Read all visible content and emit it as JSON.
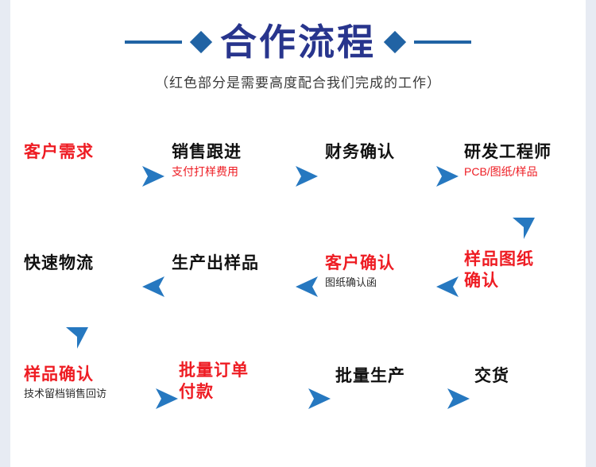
{
  "header": {
    "title": "合作流程",
    "subtitle": "（红色部分是需要高度配合我们完成的工作）",
    "left_rule_icon": "horizontal-rule",
    "left_diamond_icon": "diamond",
    "right_diamond_icon": "diamond",
    "right_rule_icon": "horizontal-rule"
  },
  "colors": {
    "title_blue": "#28358d",
    "accent_blue": "#2163a4",
    "node_blue": "#2678c0",
    "node_red": "#ee1c23",
    "arrow_blue": "#2678c0",
    "page_background": "#ffffff",
    "canvas_background": "#e7ebf3",
    "text_dark": "#111111",
    "subtitle_text": "#3a3a3a"
  },
  "flow": {
    "rows": [
      {
        "direction": "left-to-right",
        "nodes": [
          {
            "main": "客户需求",
            "sub": "",
            "border": "red",
            "main_color": "red",
            "sub_color": "red"
          },
          {
            "main": "销售跟进",
            "sub": "支付打样费用",
            "border": "blue",
            "main_color": "black",
            "sub_color": "red"
          },
          {
            "main": "财务确认",
            "sub": "",
            "border": "blue",
            "main_color": "black",
            "sub_color": "red"
          },
          {
            "main": "研发工程师",
            "sub": "PCB/图纸/样品",
            "border": "blue",
            "main_color": "black",
            "sub_color": "red"
          }
        ]
      },
      {
        "direction": "right-to-left",
        "nodes": [
          {
            "main": "快速物流",
            "sub": "",
            "border": "blue",
            "main_color": "black",
            "sub_color": "red"
          },
          {
            "main": "生产出样品",
            "sub": "",
            "border": "blue",
            "main_color": "black",
            "sub_color": "red"
          },
          {
            "main": "客户确认",
            "sub": "图纸确认函",
            "border": "blue",
            "main_color": "red",
            "sub_color": "black"
          },
          {
            "main": "样品图纸\n确认",
            "sub": "",
            "border": "red",
            "main_color": "red",
            "sub_color": "red"
          }
        ]
      },
      {
        "direction": "left-to-right",
        "nodes": [
          {
            "main": "样品确认",
            "sub": "技术留档销售回访",
            "border": "blue",
            "main_color": "red",
            "sub_color": "black"
          },
          {
            "main": "批量订单\n付款",
            "sub": "",
            "border": "red",
            "main_color": "red",
            "sub_color": "red"
          },
          {
            "main": "批量生产",
            "sub": "",
            "border": "blue",
            "main_color": "black",
            "sub_color": "red"
          },
          {
            "main": "交货",
            "sub": "",
            "border": "blue",
            "main_color": "black",
            "sub_color": "red"
          }
        ]
      }
    ],
    "connectors": {
      "row1_to_row2_icon": "arrow-down-icon",
      "row2_to_row3_icon": "arrow-down-icon",
      "inline_right_icon": "arrow-right-icon",
      "inline_left_icon": "arrow-left-icon"
    }
  }
}
